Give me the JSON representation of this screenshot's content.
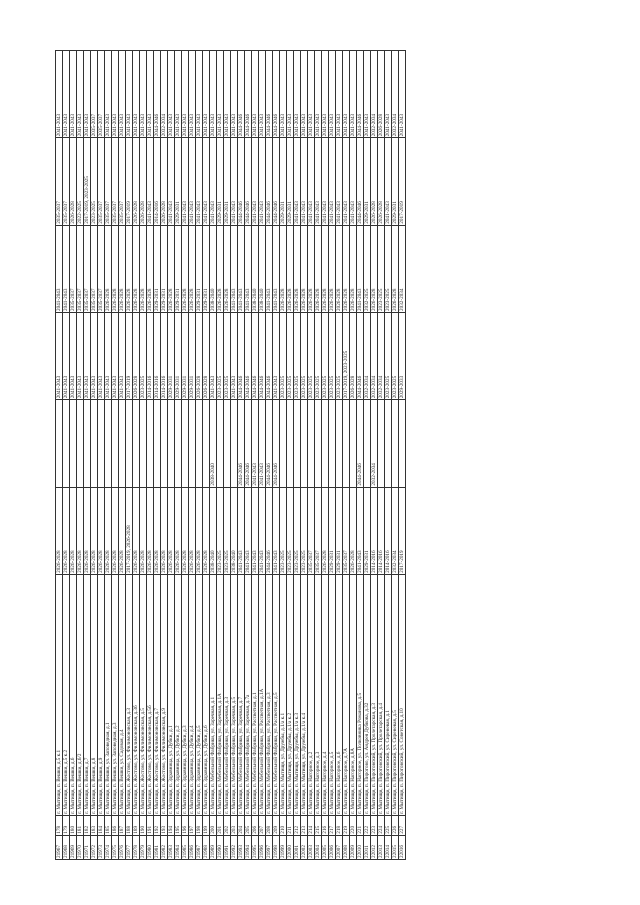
{
  "rows": [
    [
      "21967",
      "178",
      "г. Мытищи, п. Вешки, д.5 к.1",
      "2026-2028",
      "",
      "2041-2043",
      "2041-2043",
      "2035-2037",
      "2041-2043"
    ],
    [
      "21968",
      "179",
      "г. Мытищи, п. Вешки, д.5 к.2",
      "2026-2028",
      "",
      "2041-2043",
      "2041-2043",
      "2035-2037",
      "2041-2043"
    ],
    [
      "21969",
      "180",
      "г. Мытищи, п. Вешки, д.6",
      "2026-2028",
      "",
      "2041-2043",
      "2035-2037",
      "2026-2028",
      "2041-2043"
    ],
    [
      "21970",
      "181",
      "г. Мытищи, п. Вешки, д.6/2",
      "2026-2028",
      "",
      "2041-2043",
      "2035-2037",
      "2022-2025",
      "2041-2043"
    ],
    [
      "21971",
      "182",
      "г. Мытищи, п. Вешки, д.7",
      "2026-2028",
      "",
      "2041-2043",
      "2035-2037",
      "2017-2019, 2023-2025",
      "2041-2043"
    ],
    [
      "21972",
      "183",
      "г. Мытищи, п. Вешки, д.8",
      "2026-2028",
      "",
      "2041-2043",
      "2035-2037",
      "2023-2025",
      "2035-2037"
    ],
    [
      "21973",
      "184",
      "г. Мытищи, п. Вешки, д.9",
      "2026-2028",
      "",
      "2041-2043",
      "2035-2037",
      "2035-2037",
      "2035-2037"
    ],
    [
      "21974",
      "185",
      "г. Мытищи, п. Вешки, ул. Заповедная, д.1",
      "2026-2028",
      "",
      "2041-2043",
      "2026-2028",
      "2035-2037",
      "2041-2043"
    ],
    [
      "21975",
      "186",
      "г. Мытищи, п. Вешки, ул. Заповедная, д.3",
      "2026-2028",
      "",
      "2041-2043",
      "2026-2028",
      "2035-2037",
      "2041-2043"
    ],
    [
      "21976",
      "187",
      "г. Мытищи, п. Вешки, ул. Садовая, д.4",
      "2026-2028",
      "",
      "2041-2043",
      "2026-2028",
      "2035-2037",
      "2041-2043"
    ],
    [
      "21977",
      "188",
      "г. Мытищи, п. Жостово, ул. Филимоновская, д.3",
      "2017-2019, 2026-2028",
      "",
      "2017-2019",
      "2026-2028",
      "2017-2019",
      "2041-2043"
    ],
    [
      "21978",
      "189",
      "г. Мытищи, п. Жостово, ул. Филимоновская, д.3б",
      "2026-2028",
      "",
      "2026-2028",
      "2026-2028",
      "2026-2028",
      "2041-2043"
    ],
    [
      "21979",
      "190",
      "г. Мытищи, п. Жостово, ул. Филимоновская, д.5",
      "2026-2028",
      "",
      "2023-2025",
      "2026-2028",
      "2026-2028",
      "2041-2043"
    ],
    [
      "21980",
      "191",
      "г. Мытищи, п. Жостово, ул. Филимоновская, д.5б",
      "2026-2028",
      "",
      "2014-2016",
      "2026-2028",
      "2041-2043",
      "2041-2043"
    ],
    [
      "21981",
      "192",
      "г. Мытищи, п. Жостово, ул. Филимоновская, д.7",
      "2026-2028",
      "",
      "2014-2016",
      "2029-2031",
      "2014-2016",
      "2044-2046"
    ],
    [
      "21982",
      "193",
      "г. Мытищи, п. Жостово, ул. Филимоновская, д.9",
      "2026-2028",
      "",
      "2014-2016",
      "2029-2031",
      "2026-2028",
      "2032-2034"
    ],
    [
      "21983",
      "194",
      "г. Мытищи, п. Здравница, ул. Дубки, д.1",
      "2026-2028",
      "",
      "2029-2031",
      "2026-2028",
      "2041-2043",
      "2041-2043"
    ],
    [
      "21984",
      "195",
      "г. Мытищи, п. Здравница, ул. Дубки, д.2",
      "2026-2028",
      "",
      "2029-2031",
      "2029-2031",
      "2029-2031",
      "2041-2043"
    ],
    [
      "21985",
      "196",
      "г. Мытищи, п. Здравница, ул. Дубки, д.3",
      "2026-2028",
      "",
      "2029-2031",
      "2026-2028",
      "2041-2043",
      "2041-2043"
    ],
    [
      "21986",
      "197",
      "г. Мытищи, п. Здравница, ул. Дубки, д.4",
      "2026-2028",
      "",
      "2029-2031",
      "2026-2028",
      "2041-2043",
      "2041-2043"
    ],
    [
      "21987",
      "198",
      "г. Мытищи, п. Здравница, ул. Дубки, д.5",
      "2026-2028",
      "",
      "2026-2028",
      "2029-2031",
      "2041-2043",
      "2041-2043"
    ],
    [
      "21988",
      "199",
      "г. Мытищи, п. Здравница, ул. Дубки, д.6",
      "2026-2028",
      "",
      "2026-2028",
      "2029-2031",
      "2041-2043",
      "2041-2043"
    ],
    [
      "21989",
      "200",
      "г. Мытищи, п. Мебельной Фабрики, ул. Заречная, д.1",
      "2038-2040",
      "2038-2040",
      "2041-2043",
      "2038-2040",
      "2041-2043",
      "2041-2043"
    ],
    [
      "21990",
      "201",
      "г. Мытищи, п. Мебельной Фабрики, ул. Заречная, д.1А",
      "2023-2025",
      "",
      "2023-2025",
      "2026-2028",
      "2029-2031",
      "2041-2043"
    ],
    [
      "21991",
      "202",
      "г. Мытищи, п. Мебельной Фабрики, ул. Заречная, д.3",
      "2023-2025",
      "",
      "2023-2025",
      "2026-2028",
      "2029-2031",
      "2041-2043"
    ],
    [
      "21992",
      "203",
      "г. Мытищи, п. Мебельной Фабрики, ул. Заречная, д.5",
      "2038-2040",
      "",
      "2041-2043",
      "2041-2043",
      "2041-2043",
      "2041-2043"
    ],
    [
      "21993",
      "204",
      "г. Мытищи, п. Мебельной Фабрики, ул. Заречная, д.7",
      "2041-2043",
      "2044-2046",
      "2044-2046",
      "2041-2043",
      "2044-2046",
      "2044-2046"
    ],
    [
      "21994",
      "205",
      "г. Мытищи, п. Мебельной Фабрики, ул. Заречная, д.7а",
      "2041-2043",
      "2044-2046",
      "2044-2046",
      "2041-2043",
      "2044-2046",
      "2044-2046"
    ],
    [
      "21995",
      "206",
      "г. Мытищи, п. Мебельной Фабрики, ул. Рассветная, д.1",
      "2041-2043",
      "2041-2043",
      "2044-2046",
      "2038-2040",
      "2041-2043",
      "2041-2043"
    ],
    [
      "21996",
      "207",
      "г. Мытищи, п. Мебельной Фабрики, ул. Рассветная, д.1А",
      "2041-2043",
      "2041-2043",
      "2044-2046",
      "2038-2040",
      "2041-2043",
      "2041-2043"
    ],
    [
      "21997",
      "208",
      "г. Мытищи, п. Мебельной Фабрики, ул. Рассветная, д.3",
      "2044-2046",
      "2044-2046",
      "2044-2046",
      "2041-2043",
      "2044-2046",
      "2044-2046"
    ],
    [
      "21998",
      "209",
      "г. Мытищи, п. Мебельной Фабрики, ул. Рассветная, д.5",
      "2041-2043",
      "2044-2046",
      "2041-2043",
      "2041-2043",
      "2044-2046",
      "2044-2046"
    ],
    [
      "21999",
      "210",
      "г. Мытищи, п. Мытищи, ул. Дружбы, д.1/а к.1",
      "2023-2025",
      "",
      "2023-2025",
      "2026-2028",
      "2029-2031",
      "2041-2043"
    ],
    [
      "22000",
      "211",
      "г. Мытищи, п. Мытищи, ул. Дружбы, д.1/а к.2",
      "2023-2025",
      "",
      "2023-2025",
      "2026-2028",
      "2029-2031",
      "2041-2043"
    ],
    [
      "22001",
      "212",
      "г. Мытищи, п. Мытищи, ул. Дружбы, д.1/а к.3",
      "2023-2025",
      "",
      "2023-2025",
      "2026-2028",
      "2041-2043",
      "2041-2043"
    ],
    [
      "22002",
      "213",
      "г. Мытищи, п. Мытищи, ул. Дружбы, д.1/а к.4",
      "2023-2025",
      "",
      "2023-2025",
      "2026-2028",
      "2041-2043",
      "2041-2043"
    ],
    [
      "22003",
      "214",
      "г. Мытищи, п. Нагорное, д.2",
      "2035-2037",
      "",
      "2023-2025",
      "2026-2028",
      "2041-2043",
      "2041-2043"
    ],
    [
      "22004",
      "215",
      "г. Мытищи, п. Нагорное, д.3",
      "2035-2037",
      "",
      "2023-2025",
      "2026-2028",
      "2041-2043",
      "2041-2043"
    ],
    [
      "22005",
      "216",
      "г. Мытищи, п. Нагорное, д.4",
      "2026-2028",
      "",
      "2023-2025",
      "2026-2028",
      "2041-2043",
      "2041-2043"
    ],
    [
      "22006",
      "217",
      "г. Мытищи, п. Нагорное, д.5",
      "2029-2031",
      "",
      "2023-2025",
      "2026-2028",
      "2041-2043",
      "2041-2043"
    ],
    [
      "22007",
      "218",
      "г. Мытищи, п. Нагорное, д.6",
      "2029-2031",
      "",
      "2023-2025",
      "2026-2028",
      "2041-2043",
      "2041-2043"
    ],
    [
      "22008",
      "219",
      "г. Мытищи, п. Нагорное, д.7А",
      "2035-2037",
      "",
      "2017-2019, 2023-2025",
      "2026-2028",
      "2041-2043",
      "2041-2043"
    ],
    [
      "22009",
      "220",
      "г. Мытищи, п. Нагорное, д.8А",
      "2026-2028",
      "",
      "2026-2028",
      "2026-2028",
      "2041-2043",
      "2041-2043"
    ],
    [
      "22010",
      "221",
      "г. Мытищи, п. Нагорное, ул. Полковника Романова, д.5",
      "2041-2043",
      "2044-2046",
      "2044-2046",
      "2041-2043",
      "2044-2046",
      "2044-2046"
    ],
    [
      "22011",
      "222",
      "г. Мытищи, п. Пирогово, ул. Андрея Дубкова, д.32",
      "2029-2031",
      "",
      "2032-2034",
      "2032-2025",
      "2029-2031",
      "2041-2043"
    ],
    [
      "22012",
      "223",
      "г. Мытищи, п. Пироговский, ул. Пролетарская, д.3",
      "2014-2016",
      "2032-2034",
      "2032-2034",
      "2026-2028",
      "2026-2028",
      "2032-2034"
    ],
    [
      "22013",
      "224",
      "г. Мытищи, п. Пироговский, ул. Пролетарская, д.4",
      "2014-2016",
      "",
      "2032-2034",
      "2023-2025",
      "2026-2028",
      "2026-2028"
    ],
    [
      "22014",
      "225",
      "г. Мытищи, п. Пироговский, ул. Сиреневая, д.1",
      "2014-2016",
      "",
      "2023-2025",
      "2023-2025",
      "2041-2043",
      "2041-2043"
    ],
    [
      "22015",
      "226",
      "г. Мытищи, п. Пироговский, ул. Сиреневая, д.5",
      "2032-2034",
      "",
      "2023-2025",
      "2026-2028",
      "2029-2031",
      "2032-2034"
    ],
    [
      "22016",
      "227",
      "г. Мытищи, п. Пироговский, ул. Советская, д.10",
      "2017-2019",
      "",
      "2029-2033",
      "2032-2034",
      "2017-2019",
      "2041-2043"
    ]
  ]
}
